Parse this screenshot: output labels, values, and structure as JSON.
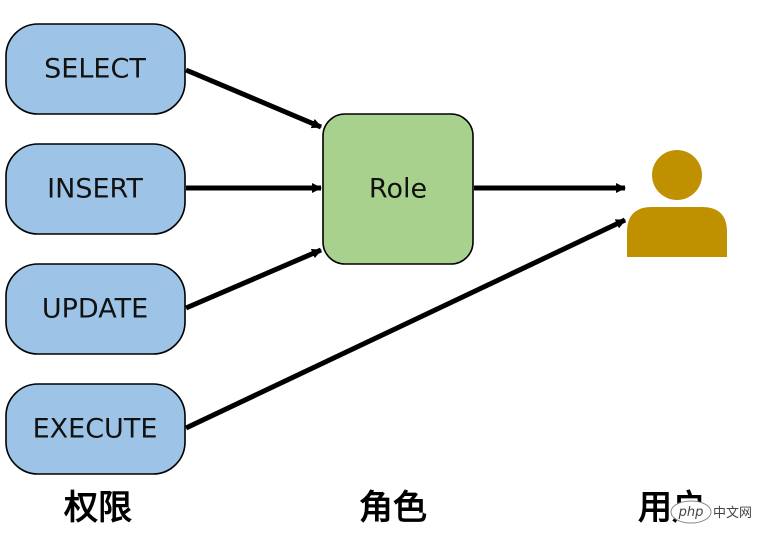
{
  "privileges": [
    "SELECT",
    "INSERT",
    "UPDATE",
    "EXECUTE"
  ],
  "role": "Role",
  "labels": {
    "privileges": "权限",
    "role": "角色",
    "user": "用户"
  },
  "watermark": {
    "logo": "php",
    "text": "中文网"
  },
  "colors": {
    "privilege_fill": "#9dc3e6",
    "role_fill": "#a9d18e",
    "user_icon": "#bf9000",
    "stroke": "#000000"
  },
  "icons": {
    "user": "user-icon"
  }
}
